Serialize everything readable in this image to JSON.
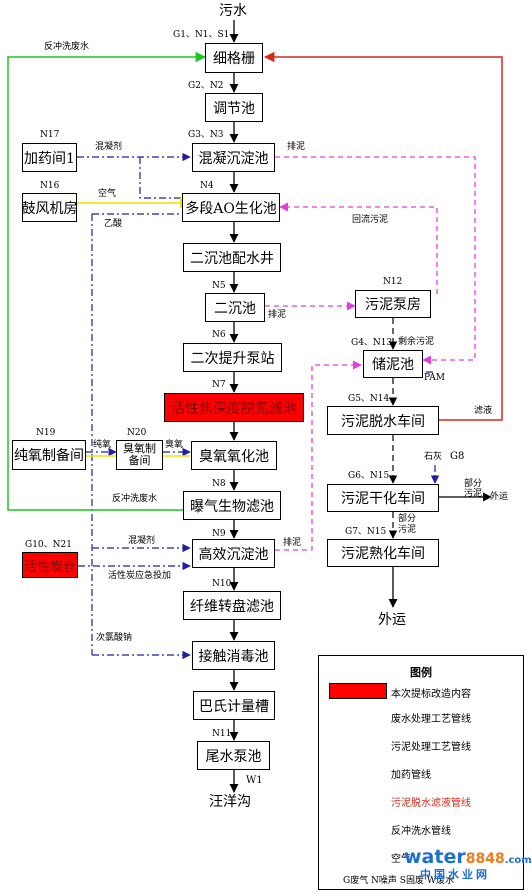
{
  "terminals": {
    "source": "污水",
    "discharge": "汪洋沟",
    "outward_1": "外运",
    "outward_2": "外运",
    "w1": "W1"
  },
  "main_line": [
    {
      "name": "细格栅",
      "tag": "G1、N1、S1"
    },
    {
      "name": "调节池",
      "tag": "G2、N2"
    },
    {
      "name": "混凝沉淀池",
      "tag": "G3、N3"
    },
    {
      "name": "多段AO生化池",
      "tag": "N4"
    },
    {
      "name": "二沉池配水井",
      "tag": ""
    },
    {
      "name": "二沉池",
      "tag": "N5"
    },
    {
      "name": "二次提升泵站",
      "tag": "N6"
    },
    {
      "name": "臭氧氧化池",
      "tag": ""
    },
    {
      "name": "曝气生物滤池",
      "tag": "N8"
    },
    {
      "name": "高效沉淀池",
      "tag": "N9"
    },
    {
      "name": "纤维转盘滤池",
      "tag": "N10"
    },
    {
      "name": "接触消毒池",
      "tag": ""
    },
    {
      "name": "巴氏计量槽",
      "tag": ""
    },
    {
      "name": "尾水泵池",
      "tag": "N11"
    }
  ],
  "upgrade_unit": {
    "name": "活性焦深度脱氮滤池",
    "tag": "N7"
  },
  "side_units": {
    "dosing": {
      "name": "加药间1",
      "tag": "N17"
    },
    "blower": {
      "name": "鼓风机房",
      "tag": "N16"
    },
    "oxygen": {
      "name": "纯氧制备间",
      "tag": "N19"
    },
    "ozone": {
      "name": "臭氧制备间",
      "tag": "N20"
    },
    "coke": {
      "name": "活性炭仓",
      "tag": "G10、N21"
    }
  },
  "sludge_units": {
    "pump": {
      "name": "污泥泵房",
      "tag": "N12"
    },
    "storage": {
      "name": "储泥池",
      "tag": "G4、N13"
    },
    "dewater": {
      "name": "污泥脱水车间",
      "tag": "G5、N14"
    },
    "dry": {
      "name": "污泥干化车间",
      "tag": "G6、N15"
    },
    "cure": {
      "name": "污泥熟化车间",
      "tag": "G7、N15"
    }
  },
  "line_labels": {
    "backwash_top": "反冲洗废水",
    "backwash_mid": "反冲洗废水",
    "coagulant_1": "混凝剂",
    "air": "空气",
    "acetic": "乙酸",
    "sludge_discharge_1": "排泥",
    "return_sludge": "回流污泥",
    "sludge_discharge_2": "排泥",
    "excess_sludge": "剩余污泥",
    "pam": "PAM",
    "filtrate": "滤液",
    "pure_oxygen": "纯氧",
    "ozone": "臭氧",
    "lime": "石灰",
    "g8": "G8",
    "partial_sludge_1": "部分",
    "partial_sludge_1b": "污泥",
    "partial_sludge_2": "部分",
    "partial_sludge_2b": "污泥",
    "coagulant_2": "混凝剂",
    "sludge_discharge_3": "排泥",
    "emergency_coke": "活性炭应急投加",
    "hypochlorite": "次氯酸钠"
  },
  "legend": {
    "title": "图例",
    "items": [
      {
        "label": "本次提标改造内容"
      },
      {
        "label": "废水处理工艺管线"
      },
      {
        "label": "污泥处理工艺管线"
      },
      {
        "label": "加药管线"
      },
      {
        "label": "污泥脱水滤液管线"
      },
      {
        "label": "反冲洗水管线"
      },
      {
        "label": "空气"
      }
    ],
    "footer": "G废气 N噪声 S固废 W废水"
  },
  "watermark": {
    "brand": "water",
    "num": "8848",
    "domain": ".com",
    "cn": "中国水业网"
  },
  "colors": {
    "red_fill": "#ff0000",
    "process": "#000000",
    "dosing": "#1f1f9f",
    "filtrate": "#d42a1a",
    "backwash": "#22c422",
    "air": "#f2e400",
    "sludge_return": "#e040e0",
    "watermark_blue": "#1e6fd2",
    "watermark_orange": "#f07a1a"
  }
}
